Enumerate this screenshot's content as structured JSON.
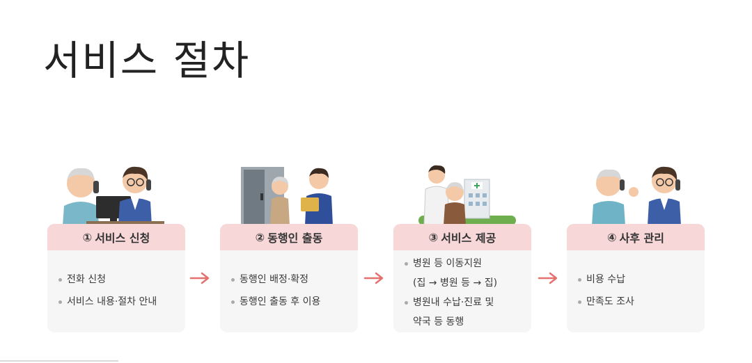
{
  "title": "서비스 절차",
  "steps": [
    {
      "num": "①",
      "title": "서비스 신청",
      "items": [
        "전화 신청",
        "서비스 내용·절차 안내"
      ]
    },
    {
      "num": "②",
      "title": "동행인 출동",
      "items": [
        "동행인 배정·확정",
        "동행인 출동 후 이용"
      ]
    },
    {
      "num": "③",
      "title": "서비스 제공",
      "items": [
        "병원 등 이동지원",
        "(집 → 병원 등 → 집)",
        "병원내 수납·진료 및",
        "약국 등 동행"
      ]
    },
    {
      "num": "④",
      "title": "사후 관리",
      "items": [
        "비용 수납",
        "만족도 조사"
      ]
    }
  ],
  "colors": {
    "header_bg": "#f7d7d8",
    "card_bg": "#f6f6f6",
    "arrow": "#e5716f"
  }
}
